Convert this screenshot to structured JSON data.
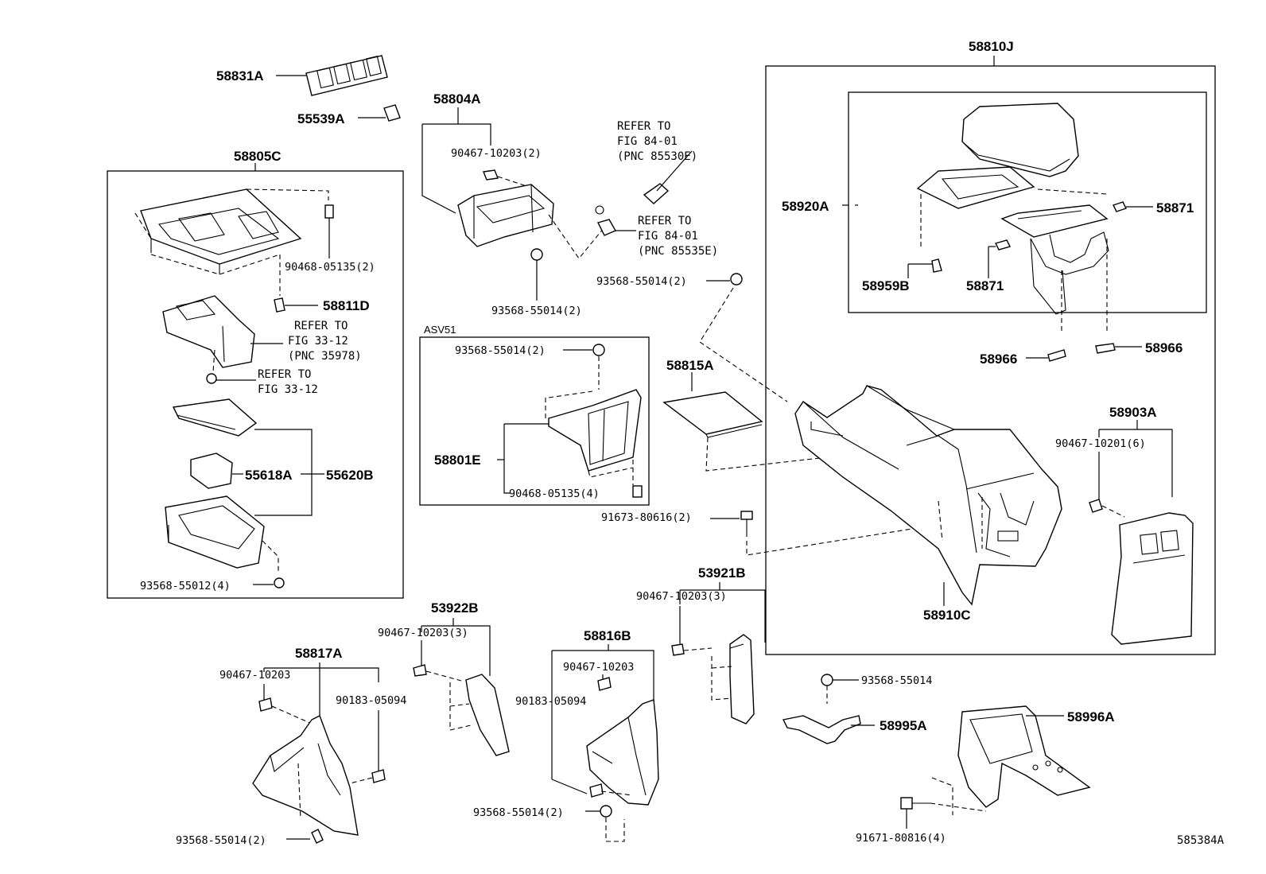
{
  "labels": {
    "l58831A": "58831A",
    "l55539A": "55539A",
    "l58805C": "58805C",
    "l90468_05135_2": "90468-05135(2)",
    "l58811D": "58811D",
    "ref_33_12_a_1": "REFER TO",
    "ref_33_12_a_2": "FIG 33-12",
    "ref_33_12_a_3": "(PNC 35978)",
    "ref_33_12_b_1": "REFER TO",
    "ref_33_12_b_2": "FIG 33-12",
    "l55618A": "55618A",
    "l55620B": "55620B",
    "l93568_55012_4": "93568-55012(4)",
    "l58804A": "58804A",
    "l90467_10203_2": "90467-10203(2)",
    "ref_84_01_a_1": "REFER TO",
    "ref_84_01_a_2": "FIG 84-01",
    "ref_84_01_a_3": "(PNC 85530E)",
    "ref_84_01_b_1": "REFER TO",
    "ref_84_01_b_2": "FIG 84-01",
    "ref_84_01_b_3": "(PNC 85535E)",
    "l93568_55014_2_a": "93568-55014(2)",
    "l93568_55014_2_b": "93568-55014(2)",
    "asv51": "ASV51",
    "l93568_55014_2_c": "93568-55014(2)",
    "l58801E": "58801E",
    "l90468_05135_4": "90468-05135(4)",
    "l58815A": "58815A",
    "l91673_80616_2": "91673-80616(2)",
    "l58810J": "58810J",
    "l58920A": "58920A",
    "l58871_a": "58871",
    "l58959B": "58959B",
    "l58871_b": "58871",
    "l58966_a": "58966",
    "l58966_b": "58966",
    "l58903A": "58903A",
    "l90467_10201_6": "90467-10201(6)",
    "l58910C": "58910C",
    "l53921B": "53921B",
    "l90467_10203_3_a": "90467-10203(3)",
    "l53922B": "53922B",
    "l90467_10203_3_b": "90467-10203(3)",
    "l58817A": "58817A",
    "l90467_10203_a": "90467-10203",
    "l90183_05094_a": "90183-05094",
    "l93568_55014_2_d": "93568-55014(2)",
    "l58816B": "58816B",
    "l90467_10203_b": "90467-10203",
    "l90183_05094_b": "90183-05094",
    "l93568_55014_2_e": "93568-55014(2)",
    "l93568_55014": "93568-55014",
    "l58995A": "58995A",
    "l58996A": "58996A",
    "l91671_80816_4": "91671-80816(4)",
    "diagram_id": "585384A"
  }
}
